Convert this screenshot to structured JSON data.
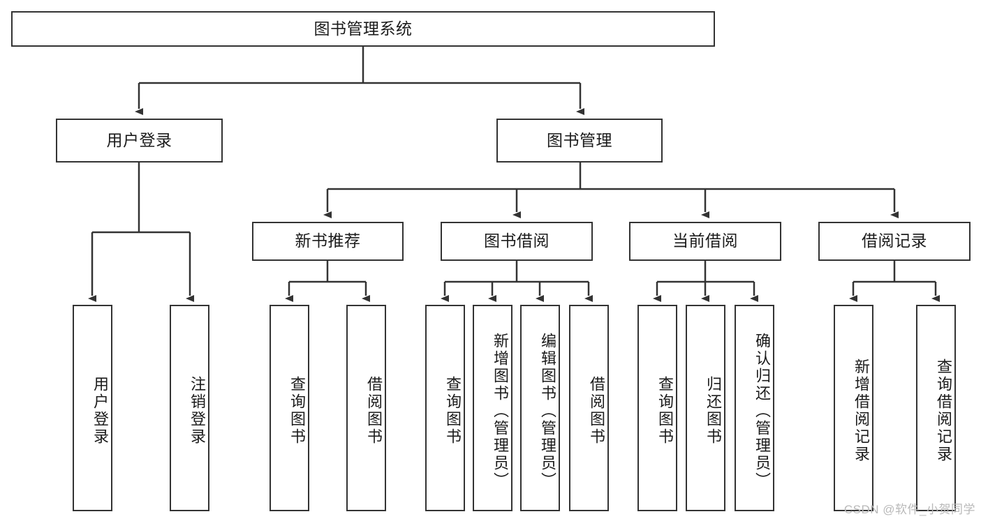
{
  "diagram": {
    "title": "图书管理系统",
    "type": "tree",
    "colors": {
      "box_border": "#333333",
      "box_fill": "#ffffff",
      "line": "#333333",
      "text": "#1b1b1b",
      "watermark": "#b9b9b9",
      "background": "#ffffff"
    },
    "root": {
      "label": "图书管理系统"
    },
    "level1": [
      {
        "label": "用户登录"
      },
      {
        "label": "图书管理"
      }
    ],
    "level2": [
      {
        "label": "新书推荐"
      },
      {
        "label": "图书借阅"
      },
      {
        "label": "当前借阅"
      },
      {
        "label": "借阅记录"
      }
    ],
    "leaves": {
      "user_login": [
        {
          "label": "用户登录"
        },
        {
          "label": "注销登录"
        }
      ],
      "new_book_recommend": [
        {
          "label": "查询图书"
        },
        {
          "label": "借阅图书"
        }
      ],
      "book_borrow": [
        {
          "label": "查询图书"
        },
        {
          "label": "新增图书（管理员）"
        },
        {
          "label": "编辑图书（管理员）"
        },
        {
          "label": "借阅图书"
        }
      ],
      "current_borrow": [
        {
          "label": "查询图书"
        },
        {
          "label": "归还图书"
        },
        {
          "label": "确认归还（管理员）"
        }
      ],
      "borrow_records": [
        {
          "label": "新增借阅记录"
        },
        {
          "label": "查询借阅记录"
        }
      ]
    }
  },
  "watermark": {
    "text": "CSDN @软件_小贺同学"
  }
}
